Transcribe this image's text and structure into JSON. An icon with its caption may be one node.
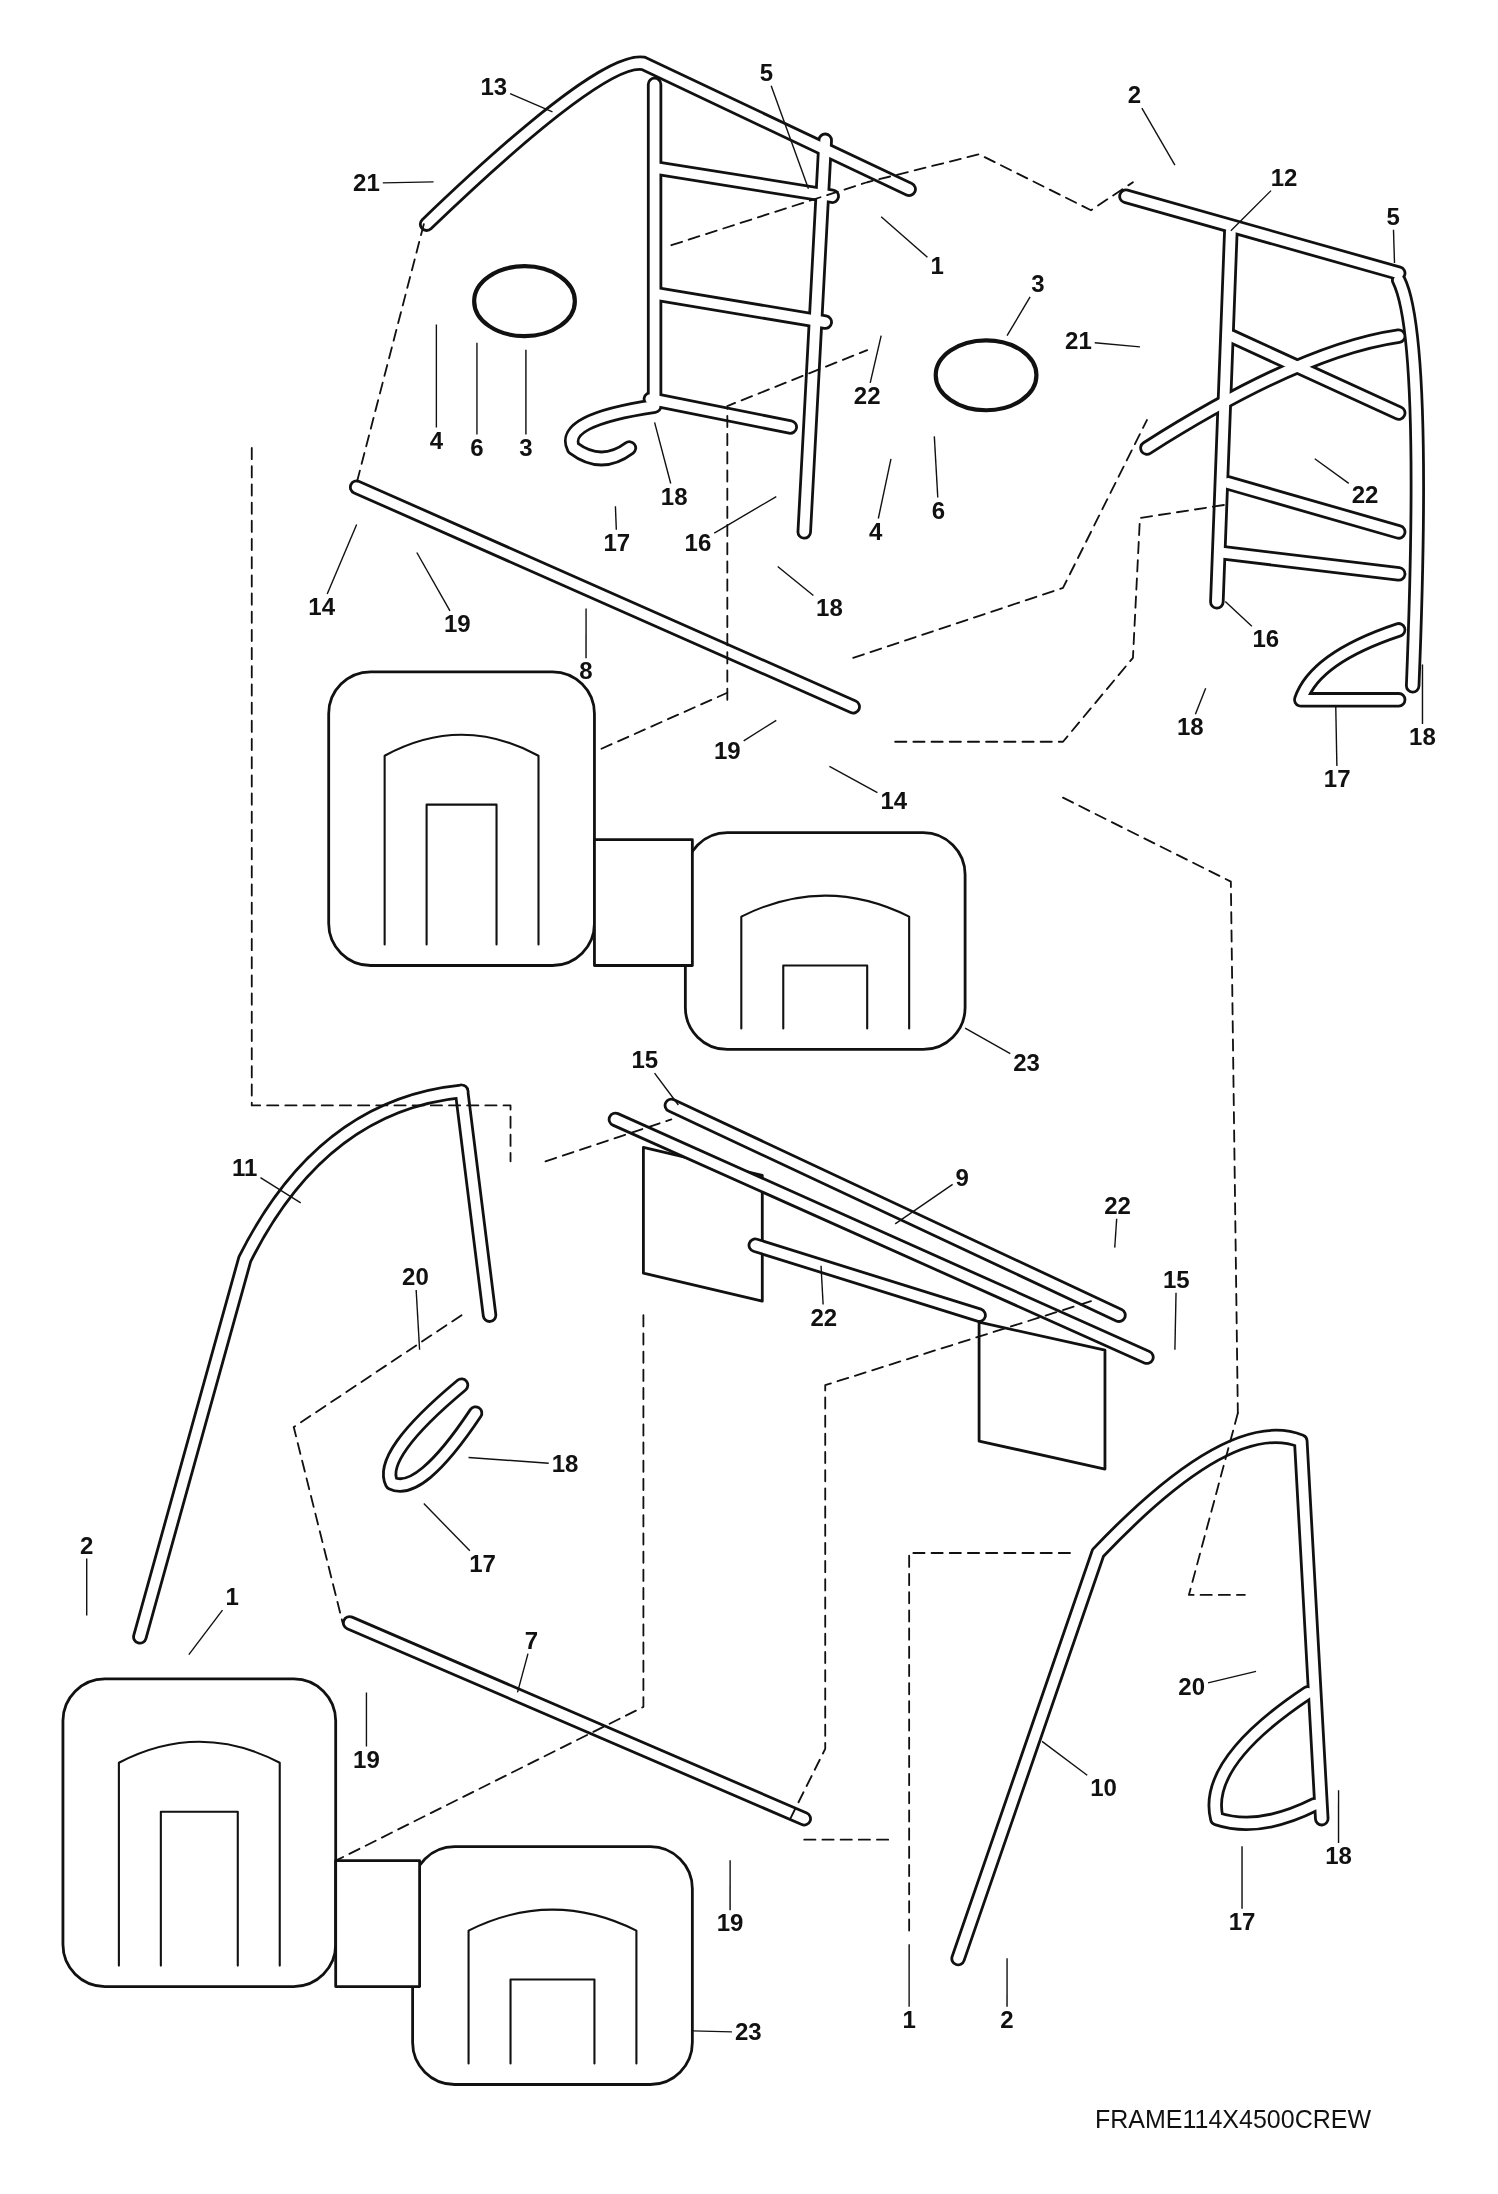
{
  "diagram": {
    "nodes": [
      {
        "text": [
          "13"
        ]
      },
      {
        "text": [
          "5"
        ]
      },
      {
        "text": [
          "2"
        ]
      },
      {
        "text": [
          "12"
        ]
      },
      {
        "text": [
          "5"
        ]
      },
      {
        "text": [
          "21"
        ]
      },
      {
        "text": [
          "1"
        ]
      },
      {
        "text": [
          "3"
        ]
      },
      {
        "text": [
          "4"
        ]
      },
      {
        "text": [
          "6"
        ]
      },
      {
        "text": [
          "3"
        ]
      },
      {
        "text": [
          "22"
        ]
      },
      {
        "text": [
          "21"
        ]
      },
      {
        "text": [
          "18"
        ]
      },
      {
        "text": [
          "17"
        ]
      },
      {
        "text": [
          "16"
        ]
      },
      {
        "text": [
          "4"
        ]
      },
      {
        "text": [
          "6"
        ]
      },
      {
        "text": [
          "18"
        ]
      },
      {
        "text": [
          "14"
        ]
      },
      {
        "text": [
          "19"
        ]
      },
      {
        "text": [
          "8"
        ]
      },
      {
        "text": [
          "22"
        ]
      },
      {
        "text": [
          "16"
        ]
      },
      {
        "text": [
          "18"
        ]
      },
      {
        "text": [
          "18"
        ]
      },
      {
        "text": [
          "17"
        ]
      },
      {
        "text": [
          "19"
        ]
      },
      {
        "text": [
          "14"
        ]
      },
      {
        "text": [
          "23"
        ]
      },
      {
        "text": [
          "15"
        ]
      },
      {
        "text": [
          "11"
        ]
      },
      {
        "text": [
          "9"
        ]
      },
      {
        "text": [
          "22"
        ]
      },
      {
        "text": [
          "15"
        ]
      },
      {
        "text": [
          "20"
        ]
      },
      {
        "text": [
          "22"
        ]
      },
      {
        "text": [
          "18"
        ]
      },
      {
        "text": [
          "17"
        ]
      },
      {
        "text": [
          "2"
        ]
      },
      {
        "text": [
          "1"
        ]
      },
      {
        "text": [
          "7"
        ]
      },
      {
        "text": [
          "19"
        ]
      },
      {
        "text": [
          "20"
        ]
      },
      {
        "text": [
          "10"
        ]
      },
      {
        "text": [
          "18"
        ]
      },
      {
        "text": [
          "17"
        ]
      },
      {
        "text": [
          "19"
        ]
      },
      {
        "text": [
          "1"
        ]
      },
      {
        "text": [
          "2"
        ]
      },
      {
        "text": [
          "23"
        ]
      }
    ],
    "edges": [
      {
        "from": 0,
        "to": null,
        "arrow": "none"
      },
      {
        "from": 1,
        "to": null,
        "arrow": "none"
      },
      {
        "from": 2,
        "to": null,
        "arrow": "none"
      },
      {
        "from": 3,
        "to": null,
        "arrow": "none"
      },
      {
        "from": 4,
        "to": null,
        "arrow": "none"
      },
      {
        "from": 5,
        "to": null,
        "arrow": "none"
      },
      {
        "from": 6,
        "to": null,
        "arrow": "none"
      },
      {
        "from": 7,
        "to": null,
        "arrow": "none"
      },
      {
        "from": 8,
        "to": null,
        "arrow": "none"
      },
      {
        "from": 9,
        "to": null,
        "arrow": "none"
      },
      {
        "from": 10,
        "to": null,
        "arrow": "none"
      },
      {
        "from": 11,
        "to": null,
        "arrow": "none"
      },
      {
        "from": 12,
        "to": null,
        "arrow": "none"
      },
      {
        "from": 13,
        "to": null,
        "arrow": "none"
      },
      {
        "from": 14,
        "to": null,
        "arrow": "none"
      },
      {
        "from": 15,
        "to": null,
        "arrow": "none"
      },
      {
        "from": 16,
        "to": null,
        "arrow": "none"
      },
      {
        "from": 17,
        "to": null,
        "arrow": "none"
      },
      {
        "from": 18,
        "to": null,
        "arrow": "none"
      },
      {
        "from": 19,
        "to": null,
        "arrow": "none"
      },
      {
        "from": 20,
        "to": null,
        "arrow": "none"
      },
      {
        "from": 21,
        "to": null,
        "arrow": "none"
      },
      {
        "from": 22,
        "to": null,
        "arrow": "none"
      },
      {
        "from": 23,
        "to": null,
        "arrow": "none"
      },
      {
        "from": 24,
        "to": null,
        "arrow": "none"
      },
      {
        "from": 25,
        "to": null,
        "arrow": "none"
      },
      {
        "from": 26,
        "to": null,
        "arrow": "none"
      },
      {
        "from": 27,
        "to": null,
        "arrow": "none"
      },
      {
        "from": 28,
        "to": null,
        "arrow": "none"
      },
      {
        "from": 29,
        "to": null,
        "arrow": "none"
      },
      {
        "from": 30,
        "to": null,
        "arrow": "none"
      },
      {
        "from": 31,
        "to": null,
        "arrow": "none"
      },
      {
        "from": 32,
        "to": null,
        "arrow": "none"
      },
      {
        "from": 33,
        "to": null,
        "arrow": "none"
      },
      {
        "from": 34,
        "to": null,
        "arrow": "none"
      },
      {
        "from": 35,
        "to": null,
        "arrow": "none"
      },
      {
        "from": 36,
        "to": null,
        "arrow": "none"
      },
      {
        "from": 37,
        "to": null,
        "arrow": "none"
      },
      {
        "from": 38,
        "to": null,
        "arrow": "none"
      },
      {
        "from": 39,
        "to": null,
        "arrow": "none"
      },
      {
        "from": 40,
        "to": null,
        "arrow": "none"
      },
      {
        "from": 41,
        "to": null,
        "arrow": "none"
      },
      {
        "from": 42,
        "to": null,
        "arrow": "none"
      },
      {
        "from": 43,
        "to": null,
        "arrow": "none"
      },
      {
        "from": 44,
        "to": null,
        "arrow": "none"
      },
      {
        "from": 45,
        "to": null,
        "arrow": "none"
      },
      {
        "from": 46,
        "to": null,
        "arrow": "none"
      },
      {
        "from": 47,
        "to": null,
        "arrow": "none"
      },
      {
        "from": 48,
        "to": null,
        "arrow": "none"
      },
      {
        "from": 49,
        "to": null,
        "arrow": "none"
      },
      {
        "from": 50,
        "to": null,
        "arrow": "none"
      }
    ],
    "labels": [
      "FRAME114X4500CREW"
    ]
  }
}
